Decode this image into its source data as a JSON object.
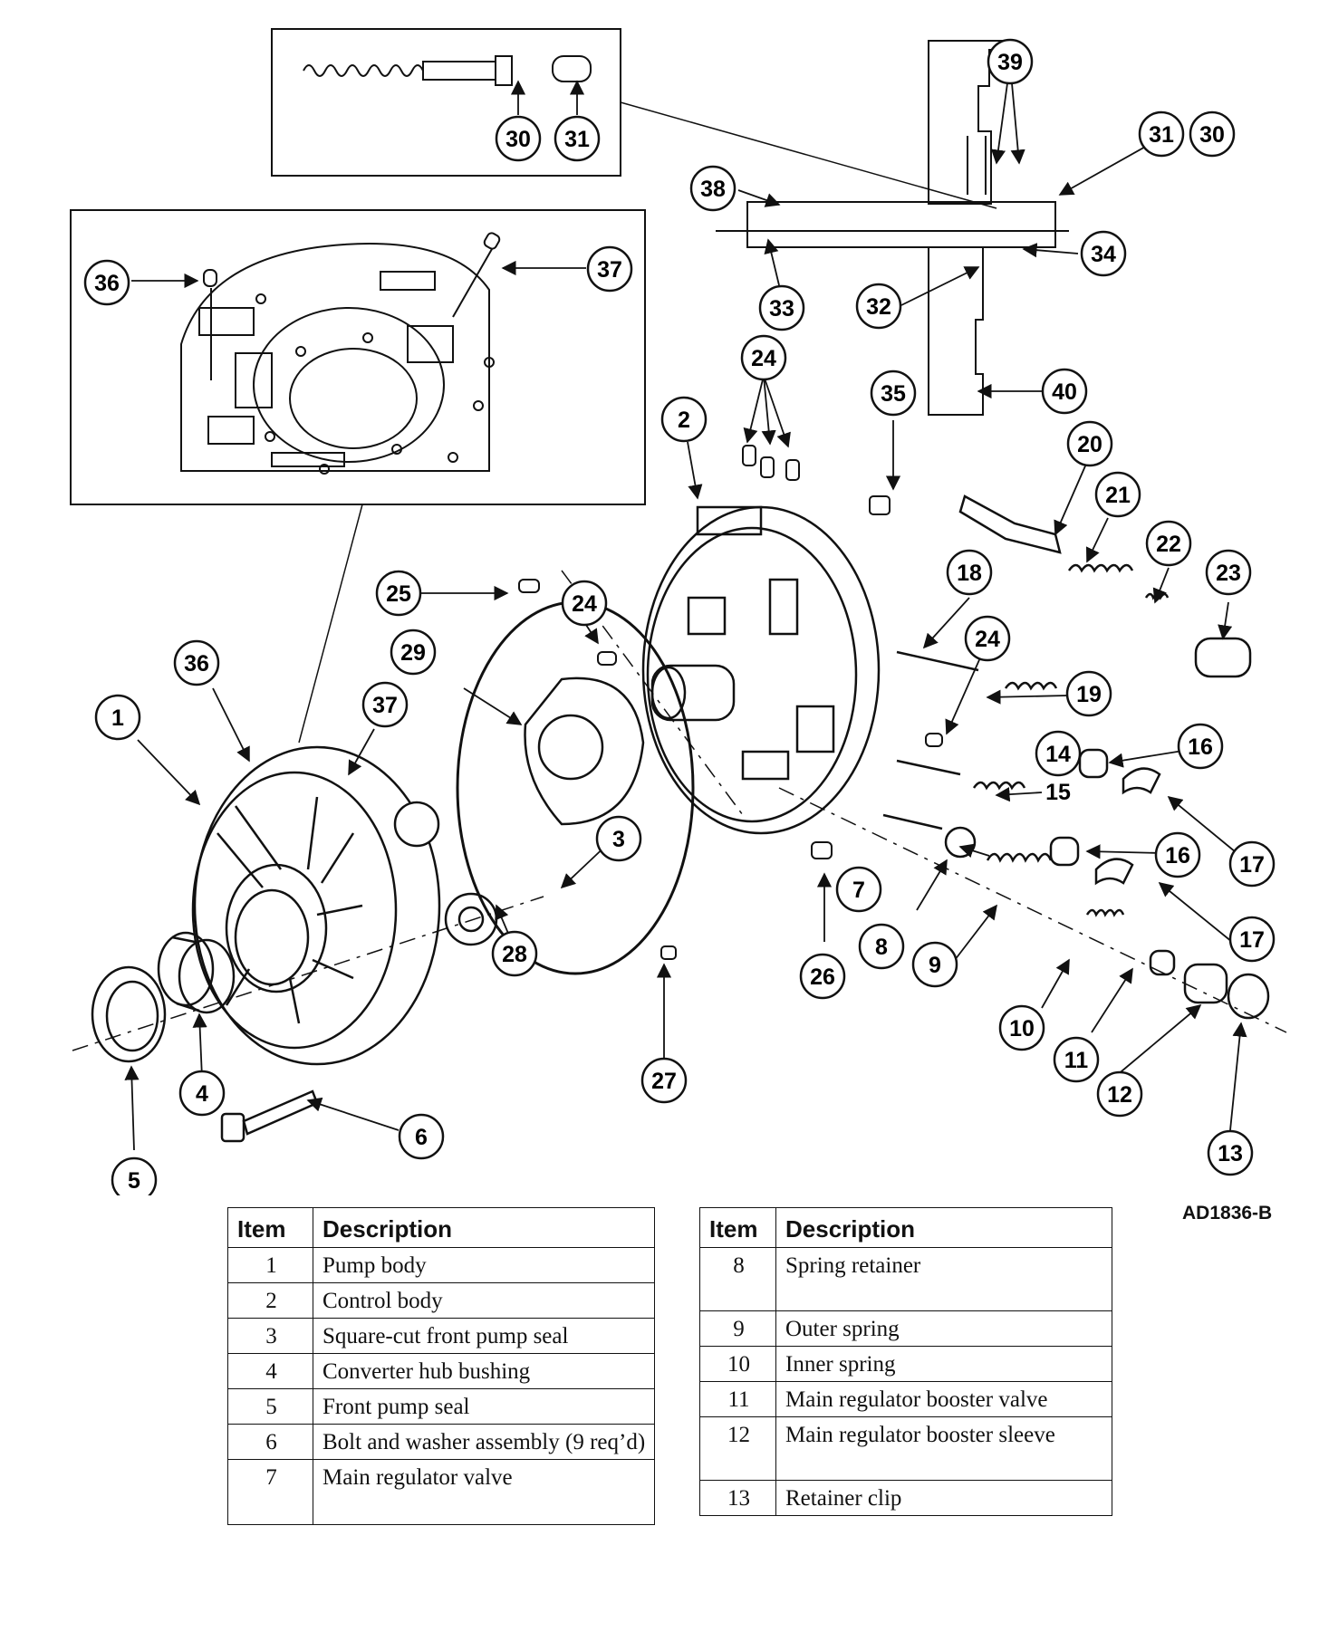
{
  "figure_code": "AD1836-B",
  "callouts": {
    "c1": "1",
    "c2": "2",
    "c3": "3",
    "c4": "4",
    "c5": "5",
    "c6": "6",
    "c7": "7",
    "c8": "8",
    "c9": "9",
    "c10": "10",
    "c11": "11",
    "c12": "12",
    "c13": "13",
    "c14": "14",
    "c15": "15",
    "c16": "16",
    "c17": "17",
    "c18": "18",
    "c19": "19",
    "c20": "20",
    "c21": "21",
    "c22": "22",
    "c23": "23",
    "c24": "24",
    "c25": "25",
    "c26": "26",
    "c27": "27",
    "c28": "28",
    "c29": "29",
    "c30": "30",
    "c31": "31",
    "c32": "32",
    "c33": "33",
    "c34": "34",
    "c35": "35",
    "c36": "36",
    "c37": "37",
    "c38": "38",
    "c39": "39",
    "c40": "40"
  },
  "table_left": {
    "header": {
      "item": "Item",
      "description": "Description"
    },
    "rows": [
      {
        "item": "1",
        "description": "Pump body"
      },
      {
        "item": "2",
        "description": "Control body"
      },
      {
        "item": "3",
        "description": "Square-cut front pump seal"
      },
      {
        "item": "4",
        "description": "Converter hub bushing"
      },
      {
        "item": "5",
        "description": "Front pump seal"
      },
      {
        "item": "6",
        "description": "Bolt and washer assembly (9 req’d)"
      },
      {
        "item": "7",
        "description": "Main regulator valve"
      }
    ]
  },
  "table_right": {
    "header": {
      "item": "Item",
      "description": "Description"
    },
    "rows": [
      {
        "item": "8",
        "description": "Spring retainer"
      },
      {
        "item": "9",
        "description": "Outer spring"
      },
      {
        "item": "10",
        "description": "Inner spring"
      },
      {
        "item": "11",
        "description": "Main regulator booster valve"
      },
      {
        "item": "12",
        "description": "Main regulator booster sleeve"
      },
      {
        "item": "13",
        "description": "Retainer clip"
      }
    ]
  }
}
